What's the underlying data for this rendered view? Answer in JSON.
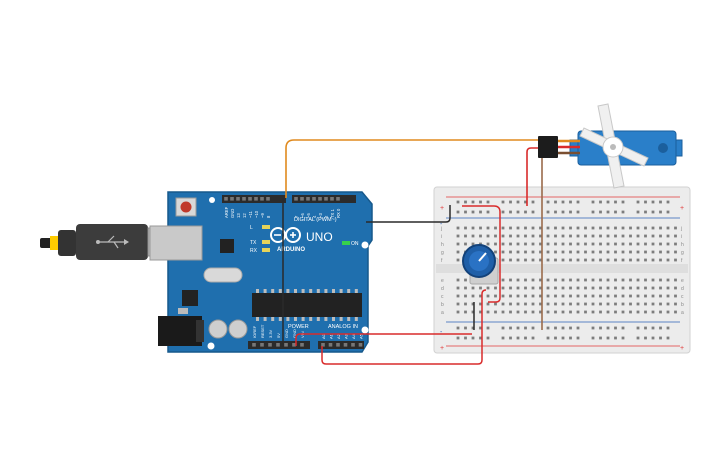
{
  "colors": {
    "board": "#1f6fae",
    "board_edge": "#17598c",
    "header": "#2b2b2b",
    "breadboard": "#ececec",
    "rail_red": "#e03a3a",
    "rail_blue": "#2e63b8",
    "wire_orange": "#e08a1e",
    "wire_red": "#d92b2b",
    "wire_black": "#2a2a2a",
    "wire_brown": "#9a6b4b",
    "servo_body": "#2a7fc9",
    "pot_body": "#1f5fa8",
    "led_on": "#37d24a"
  },
  "board": {
    "brand": "ARDUINO",
    "model": "UNO",
    "digital_label": "DIGITAL (PWM~)",
    "power_label": "POWER",
    "analog_label": "ANALOG IN",
    "on_label": "ON",
    "l_label": "L",
    "tx_label": "TX",
    "rx_label": "RX",
    "digital_pins": [
      "AREF",
      "GND",
      "13",
      "12",
      "~11",
      "~10",
      "~9",
      "8",
      "7",
      "~6",
      "~5",
      "4",
      "~3",
      "2",
      "TX 1",
      "RX 0"
    ],
    "power_pins": [
      "IOREF",
      "RESET",
      "3.3V",
      "5V",
      "GND",
      "GND",
      "VIN"
    ],
    "analog_pins": [
      "A0",
      "A1",
      "A2",
      "A3",
      "A4",
      "A5"
    ]
  },
  "breadboard": {
    "row_letters_top": [
      "j",
      "i",
      "h",
      "g",
      "f"
    ],
    "row_letters_bottom": [
      "e",
      "d",
      "c",
      "b",
      "a"
    ],
    "columns": 30,
    "plus": "+",
    "minus": "-"
  },
  "icons": {
    "usb": "usb-connector-icon",
    "servo": "servo-motor-icon",
    "pot": "potentiometer-icon"
  }
}
